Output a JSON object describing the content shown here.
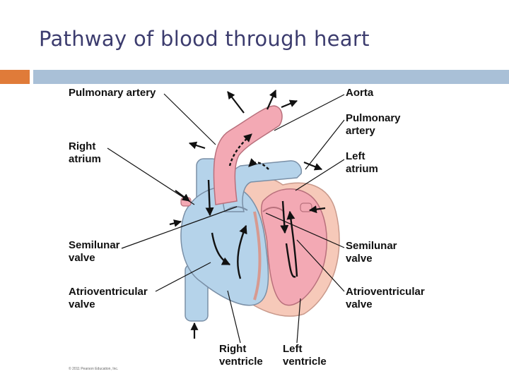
{
  "slide": {
    "title": "Pathway of blood through heart",
    "accent_color": "#e07b39",
    "bar_color": "#a9c0d7"
  },
  "diagram": {
    "labels": {
      "pulmonary_artery_left": "Pulmonary artery",
      "right_atrium_1": "Right",
      "right_atrium_2": "atrium",
      "semilunar_left_1": "Semilunar",
      "semilunar_left_2": "valve",
      "av_left_1": "Atrioventricular",
      "av_left_2": "valve",
      "aorta": "Aorta",
      "pulmonary_artery_right_1": "Pulmonary",
      "pulmonary_artery_right_2": "artery",
      "left_atrium_1": "Left",
      "left_atrium_2": "atrium",
      "semilunar_right_1": "Semilunar",
      "semilunar_right_2": "valve",
      "av_right_1": "Atrioventricular",
      "av_right_2": "valve",
      "right_ventricle_1": "Right",
      "right_ventricle_2": "ventricle",
      "left_ventricle_1": "Left",
      "left_ventricle_2": "ventricle",
      "copyright": "© 2011 Pearson Education, Inc."
    },
    "colors": {
      "deoxygenated": "#b5d3ea",
      "oxygenated": "#f3a9b4",
      "muscle": "#f6c9b9",
      "outline": "#7a8fa6"
    }
  }
}
